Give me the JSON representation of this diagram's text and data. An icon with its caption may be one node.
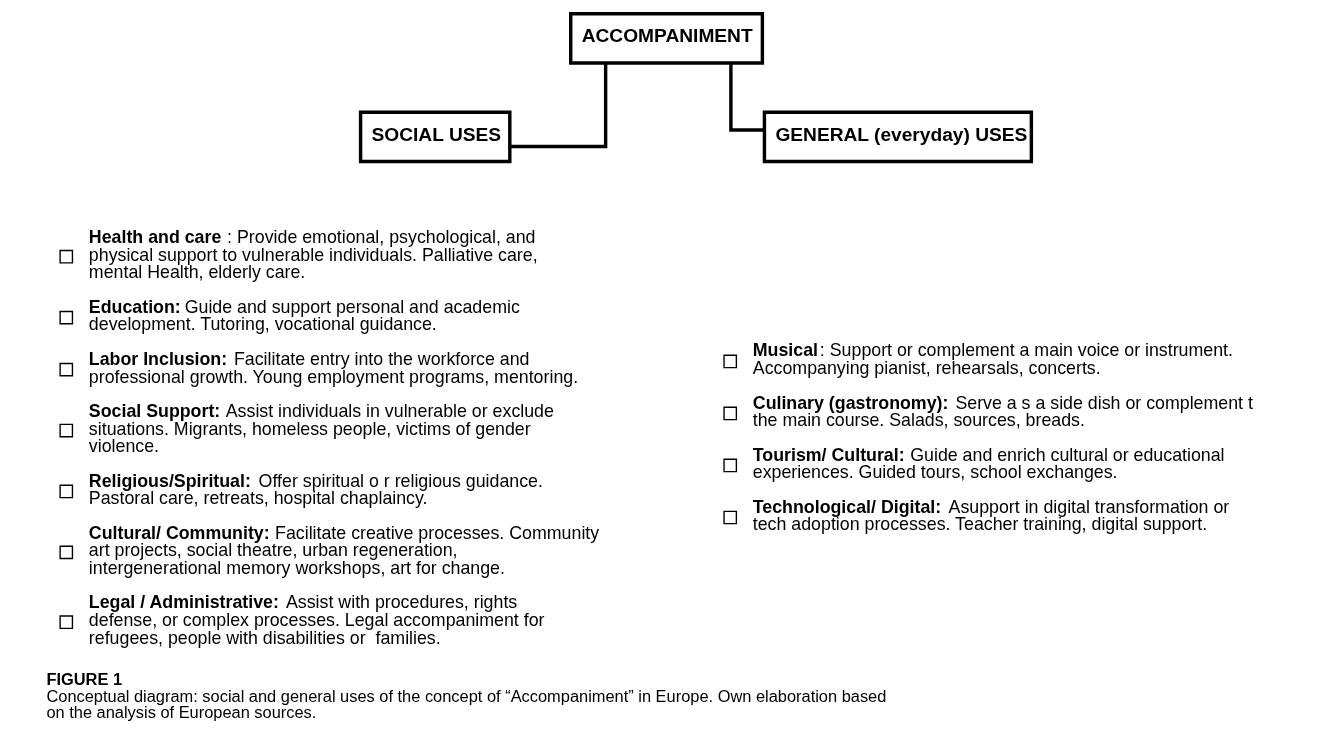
{
  "diagram": {
    "title": "FIGURE 1",
    "caption": "Conceptual diagram: social and general uses of the concept of “Accompaniment” in Europe. Own elaboration based on the analysis of European sources.",
    "nodes": [
      {
        "text": [
          "ACCOMPANIMENT"
        ]
      },
      {
        "text": [
          "SOCIAL USES"
        ]
      },
      {
        "text": [
          "GENERAL (everyday) USES"
        ]
      }
    ],
    "edges": [
      {
        "from": 0,
        "to": 1,
        "arrow": "none"
      },
      {
        "from": 0,
        "to": 2,
        "arrow": "none"
      }
    ],
    "labels": [
      "**Health and care**: Provide emotional, psychological, and physical support to vulnerable individuals. Palliative care, mental Health, elderly care.",
      "**Education:** Guide and support personal and academic development. Tutoring, vocational guidance.",
      "**Labor Inclusion:** Facilitate entry into the workforce and professional growth. Young employment programs, mentoring.",
      "**Social Support:** Assist individuals in vulnerable or exclude situations. Migrants, homeless people, victims of gender violence.",
      "**Religious/Spiritual:** Offer spiritual o r religious guidance. Pastoral care, retreats, hospital chaplaincy.",
      "**Cultural/ Community:** Facilitate creative processes. Community art projects, social theatre, urban regeneration, intergenerational memory workshops, art for change.",
      "**Legal / Administrative:** Assist with procedures, rights defense, or complex processes. Legal accompaniment for refugees, people with disabilities or  families.",
      "**Musical**: Support or complement a main voice or instrument. Accompanying pianist, rehearsals, concerts.",
      "**Culinary (gastronomy):** Serve a s a side dish or complement t the main course. Salads, sources, breads.",
      "**Tourism/ Cultural:** Guide and enrich cultural or educational experiences. Guided tours, school exchanges.",
      "**Technological/ Digital:** Asupport in digital transformation or tech adoption processes. Teacher training, digital support."
    ]
  }
}
